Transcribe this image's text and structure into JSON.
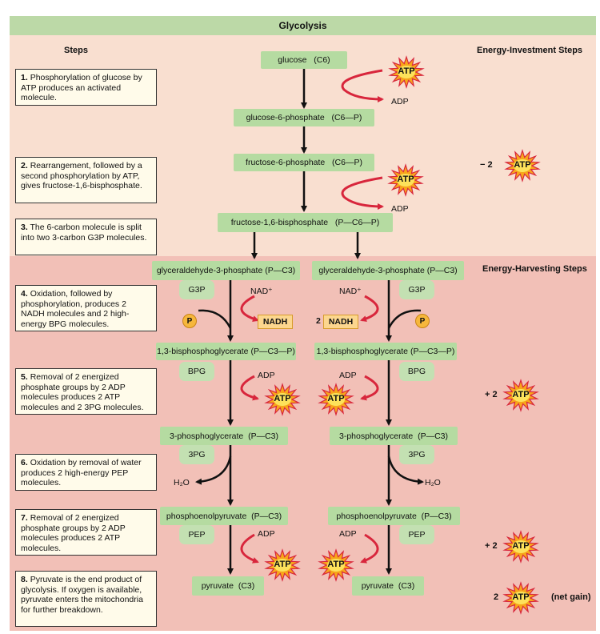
{
  "title": "Glycolysis",
  "headers": {
    "steps": "Steps",
    "investment": "Energy-Investment Steps",
    "harvesting": "Energy-Harvesting Steps"
  },
  "steps": [
    {
      "num": "1.",
      "text": "Phosphorylation of glucose by ATP produces an activated molecule."
    },
    {
      "num": "2.",
      "text": "Rearrangement, followed by a second phosphorylation by ATP,  gives fructose-1,6-bisphosphate."
    },
    {
      "num": "3.",
      "text": "The 6-carbon molecule is split into two 3-carbon G3P molecules."
    },
    {
      "num": "4.",
      "text": "Oxidation, followed by phosphorylation, produces 2 NADH molecules and 2 high-energy BPG molecules."
    },
    {
      "num": "5.",
      "text": "Removal of 2 energized phosphate groups by 2 ADP molecules produces 2 ATP molecules and 2 3PG molecules."
    },
    {
      "num": "6.",
      "text": "Oxidation by removal of water produces 2 high-energy PEP molecules."
    },
    {
      "num": "7.",
      "text": "Removal of 2 energized phosphate groups by 2 ADP molecules produces 2 ATP molecules."
    },
    {
      "num": "8.",
      "text": "Pyruvate is the end product of glycolysis. If oxygen is available, pyruvate enters the mitochondria for further breakdown."
    }
  ],
  "molecules": {
    "glucose": {
      "name": "glucose",
      "formula": "(C6)"
    },
    "g6p": {
      "name": "glucose-6-phosphate",
      "formula": "(C6—P)"
    },
    "f6p": {
      "name": "fructose-6-phosphate",
      "formula": "(C6—P)"
    },
    "f16bp": {
      "name": "fructose-1,6-bisphosphate",
      "formula": "(P—C6—P)"
    },
    "g3p": {
      "name": "glyceraldehyde-3-phosphate",
      "formula": "(P—C3)"
    },
    "bpg": {
      "name": "1,3-bisphosphoglycerate",
      "formula": "(P—C3—P)"
    },
    "pg3": {
      "name": "3-phosphoglycerate",
      "formula": "(P—C3)"
    },
    "pep": {
      "name": "phosphoenolpyruvate",
      "formula": "(P—C3)"
    },
    "pyruvate": {
      "name": "pyruvate",
      "formula": "(C3)"
    }
  },
  "tags": {
    "g3p": "G3P",
    "bpg": "BPG",
    "pg3": "3PG",
    "pep": "PEP"
  },
  "labels": {
    "atp": "ATP",
    "adp": "ADP",
    "nad": "NAD⁺",
    "nadh": "NADH",
    "nadh_count": "2",
    "p": "P",
    "water": "H₂O",
    "invest_total": "− 2",
    "harvest_total_1": "+ 2",
    "harvest_total_2": "+ 2",
    "net_count": "2",
    "net_gain": "(net gain)"
  },
  "colors": {
    "title_bar": "#bcd9a7",
    "investment_bg": "#f9dfd0",
    "harvesting_bg": "#f2c0b7",
    "molecule_box": "#b5dba1",
    "atp_starburst": "#f7a51b",
    "arrow_red": "#d8263c"
  }
}
